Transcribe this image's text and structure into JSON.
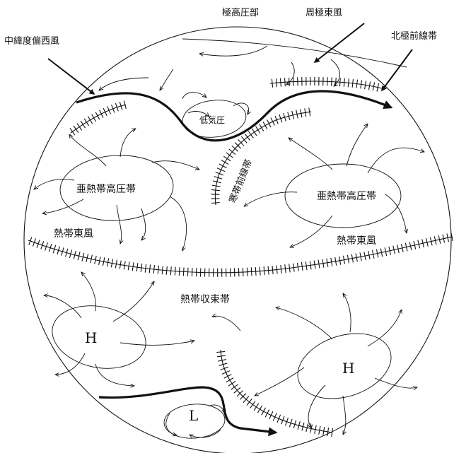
{
  "labels": {
    "polar_high": "極高圧部",
    "polar_easterlies": "周極東風",
    "midlatitude_westerlies": "中緯度偏西風",
    "polar_front": "北極前線帯",
    "low_north": "低気圧",
    "cold_front": "寒帯前線帯",
    "subtropical_high_left": "亜熱帯高圧帯",
    "subtropical_high_right": "亜熱帯高圧帯",
    "trade_winds_left": "熱帯東風",
    "trade_winds_right": "熱帯東風",
    "itcz": "熱帯収束帯",
    "high_sw": "H",
    "high_se": "H",
    "low_south": "L"
  },
  "colors": {
    "ink": "#111111",
    "background": "#ffffff"
  }
}
